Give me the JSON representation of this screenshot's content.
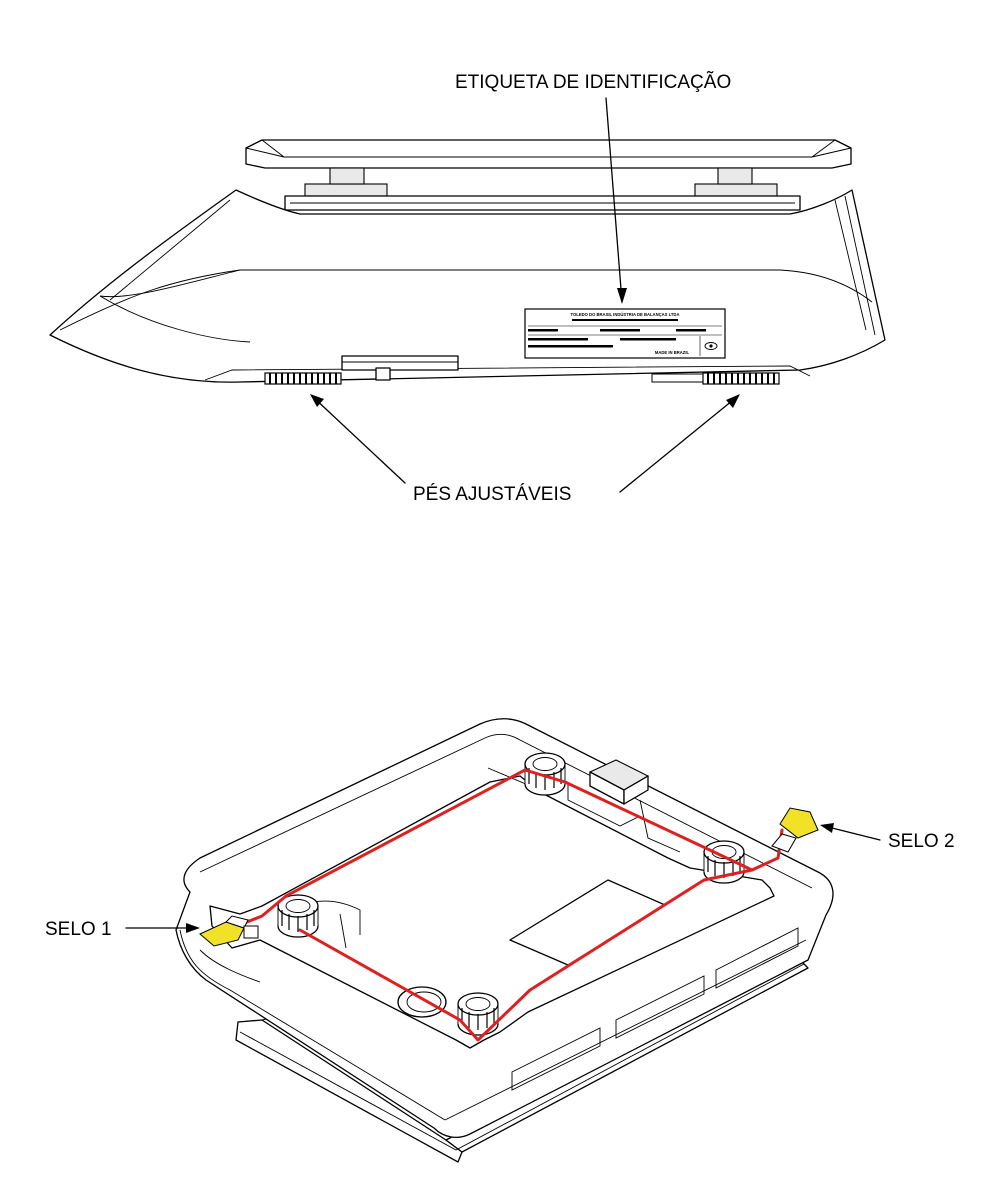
{
  "labels": {
    "identification_label": "ETIQUETA DE IDENTIFICAÇÃO",
    "adjustable_feet": "PÉS AJUSTÁVEIS",
    "seal_1": "SELO 1",
    "seal_2": "SELO 2"
  },
  "nameplate": {
    "manufacturer": "TOLEDO DO BRASIL INDÚSTRIA DE BALANÇAS LTDA",
    "footer": "MADE IN BRAZIL"
  },
  "colors": {
    "seal_wire": "#e02020",
    "seal": "#f2e227",
    "line": "#000000",
    "background": "#ffffff"
  }
}
